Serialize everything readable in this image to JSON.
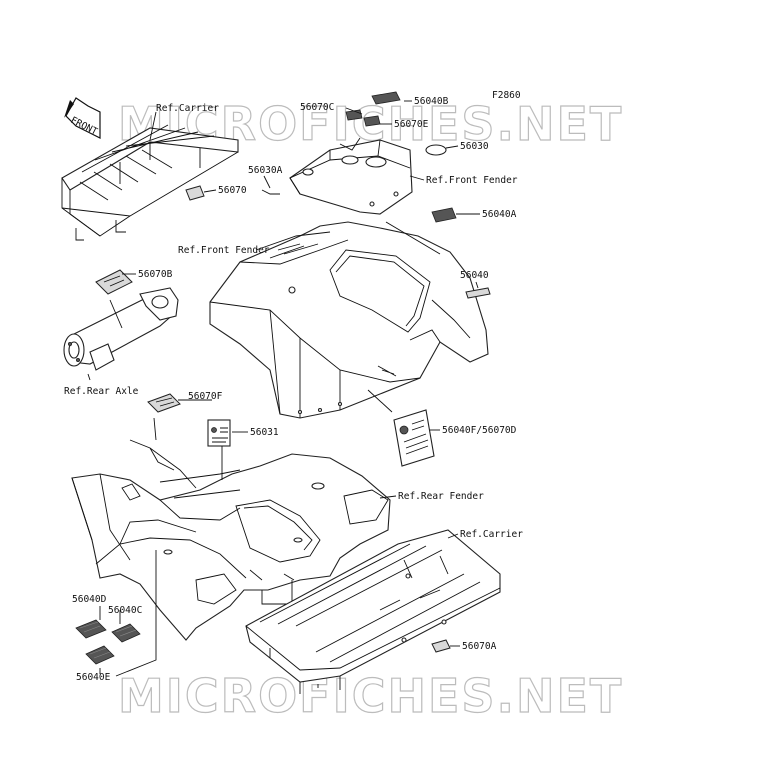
{
  "diagram": {
    "code": "F2860",
    "front_arrow": "FRONT",
    "watermark": "MICROFICHES.NET",
    "labels": {
      "ref_carrier_top": "Ref.Carrier",
      "ref_carrier_bottom": "Ref.Carrier",
      "ref_front_fender_top": "Ref.Front Fender",
      "ref_front_fender_mid": "Ref.Front Fender",
      "ref_rear_axle": "Ref.Rear Axle",
      "ref_rear_fender": "Ref.Rear Fender",
      "p56040B": "56040B",
      "p56070C": "56070C",
      "p56070E": "56070E",
      "p56030": "56030",
      "p56030A": "56030A",
      "p56070": "56070",
      "p56040A": "56040A",
      "p56040": "56040",
      "p56070B": "56070B",
      "p56070F": "56070F",
      "p56031": "56031",
      "p56040F_56070D": "56040F/56070D",
      "p56070A": "56070A",
      "p56040D": "56040D",
      "p56040C": "56040C",
      "p56040E": "56040E"
    }
  }
}
